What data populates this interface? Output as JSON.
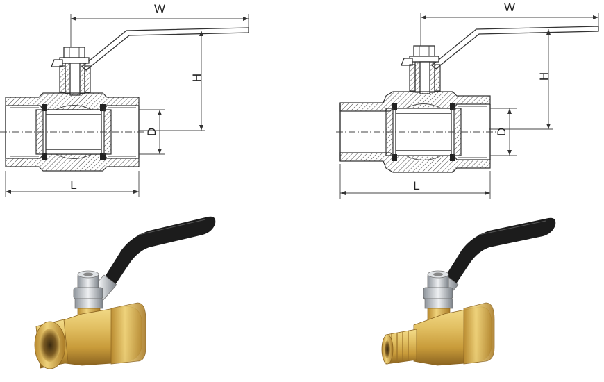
{
  "drawings": [
    {
      "id": "female-female",
      "labels": {
        "width": "W",
        "height": "H",
        "diameter": "D",
        "length": "L"
      }
    },
    {
      "id": "male-female",
      "labels": {
        "width": "W",
        "height": "H",
        "diameter": "D",
        "length": "L"
      }
    }
  ],
  "photos": [
    {
      "id": "female-female-photo",
      "icon": "brass-ball-valve-female-ends"
    },
    {
      "id": "male-female-photo",
      "icon": "brass-ball-valve-male-female-ends"
    }
  ],
  "colors": {
    "brass": "#d8b454",
    "handle": "#1c1c1c",
    "steel": "#c9cdd2",
    "line": "#333333"
  }
}
